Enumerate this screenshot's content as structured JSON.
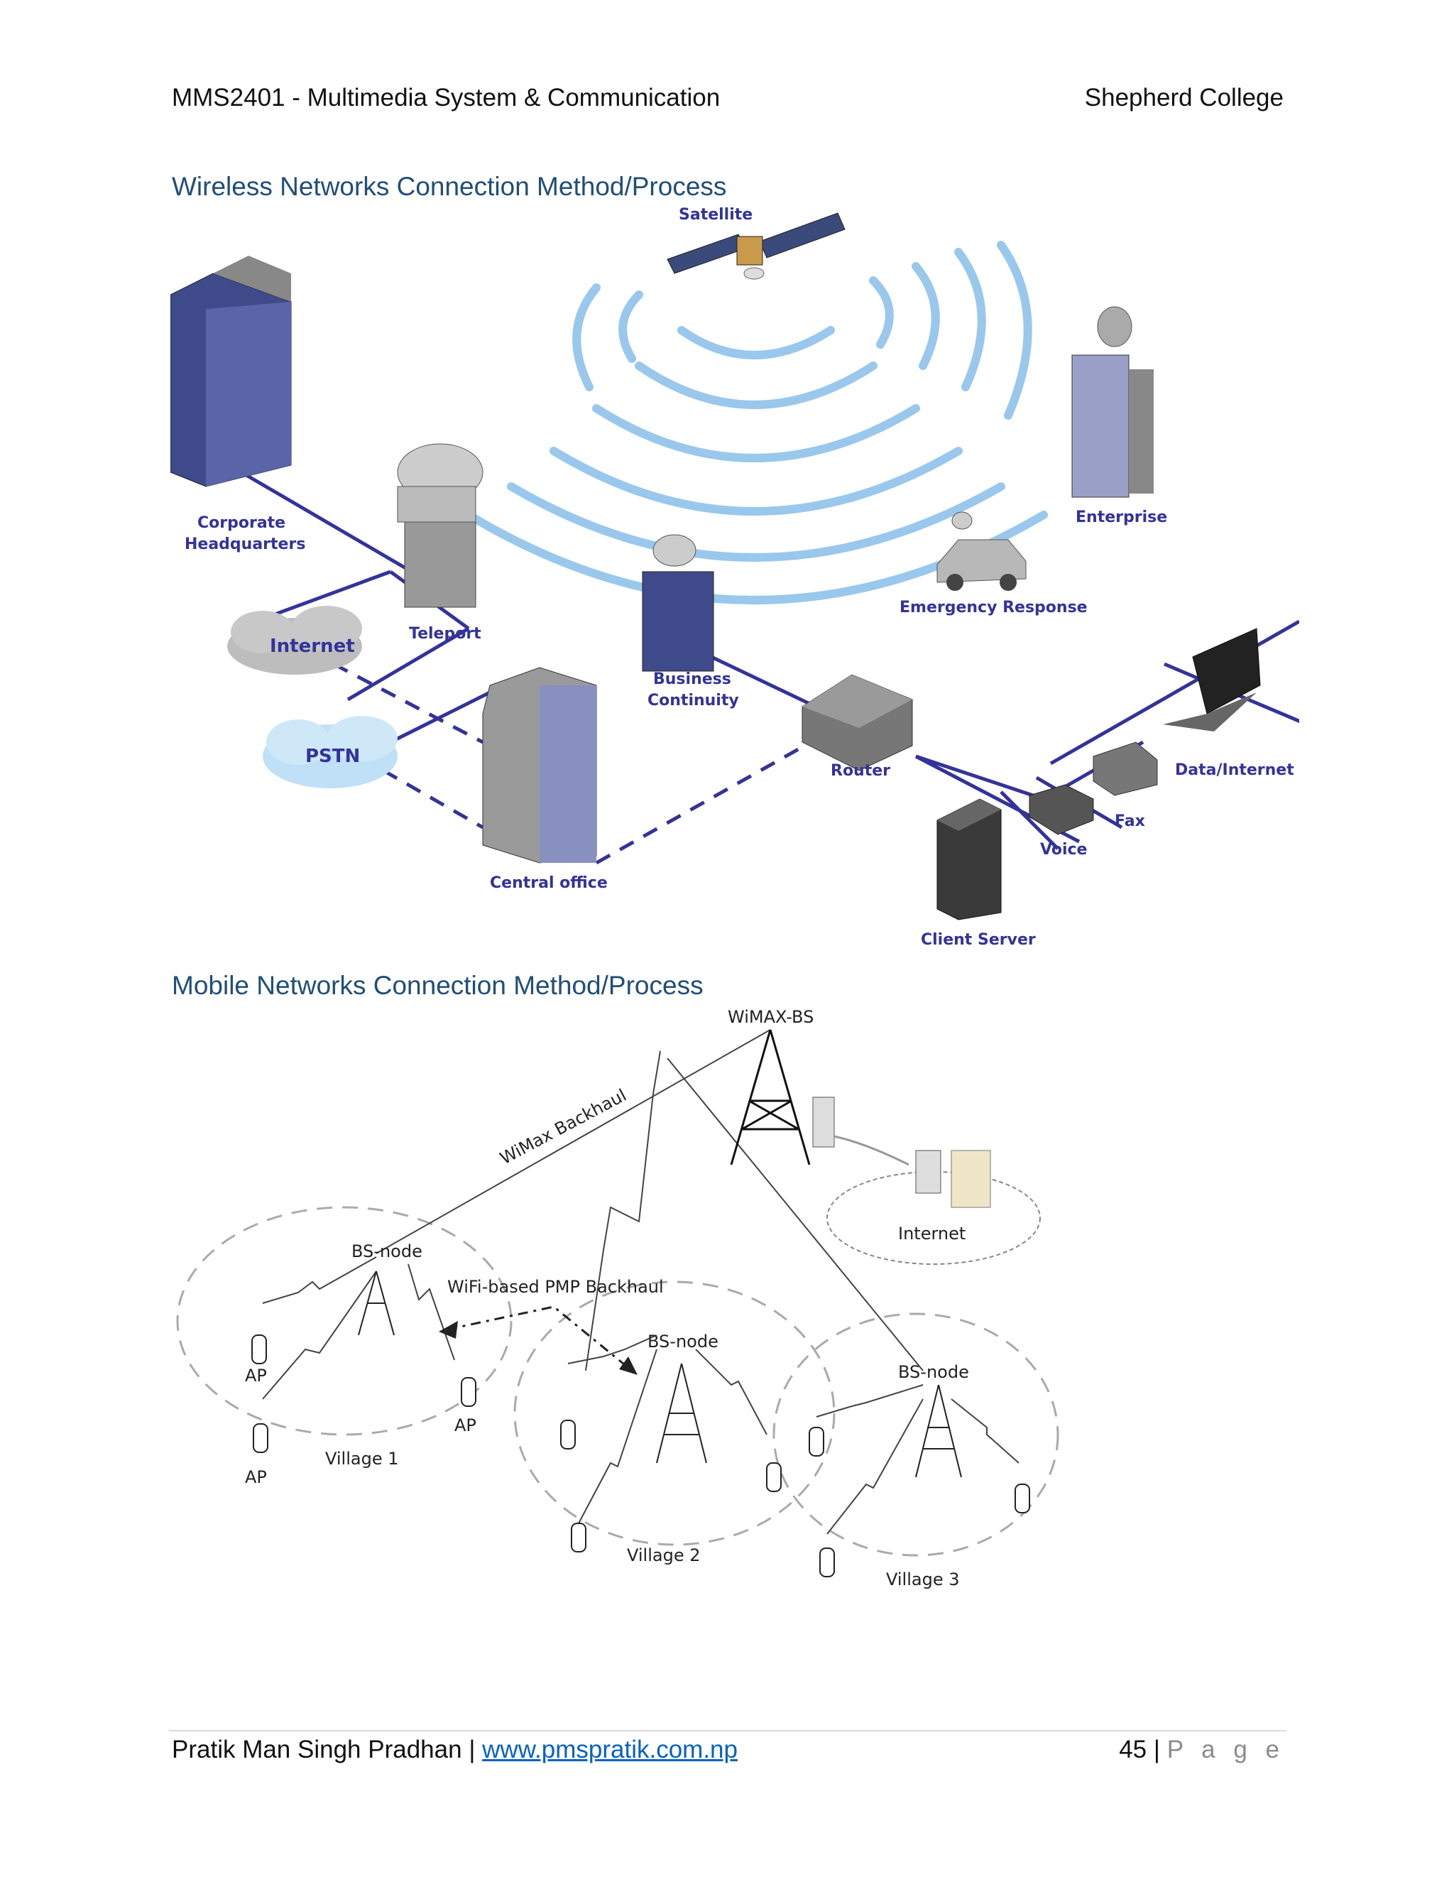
{
  "header": {
    "course": "MMS2401 - Multimedia System & Communication",
    "college": "Shepherd College"
  },
  "section1": {
    "title": "Wireless Networks Connection Method/Process",
    "labels": {
      "satellite": "Satellite",
      "corporate_1": "Corporate",
      "corporate_2": "Headquarters",
      "enterprise": "Enterprise",
      "emergency": "Emergency Response",
      "internet": "Internet",
      "teleport": "Teleport",
      "business_1": "Business",
      "business_2": "Continuity",
      "pstn": "PSTN",
      "router": "Router",
      "data_internet": "Data/Internet",
      "fax": "Fax",
      "voice": "Voice",
      "central_office": "Central office",
      "client_server": "Client Server"
    }
  },
  "section2": {
    "title": "Mobile Networks Connection Method/Process",
    "labels": {
      "wimax_bs": "WiMAX-BS",
      "wimax_backhaul": "WiMax Backhaul",
      "internet": "Internet",
      "bs_node_1": "BS-node",
      "wifi_backhaul": "WiFi-based PMP Backhaul",
      "bs_node_2": "BS-node",
      "bs_node_3": "BS-node",
      "ap_1": "AP",
      "ap_2": "AP",
      "ap_3": "AP",
      "village_1": "Village 1",
      "village_2": "Village 2",
      "village_3": "Village 3"
    }
  },
  "footer": {
    "author": "Pratik Man Singh Pradhan",
    "separator": "|",
    "website": "www.pmspratik.com.np",
    "page_number": "45",
    "page_label": "P a g e"
  },
  "colors": {
    "heading": "#1f4e79",
    "link": "#0563c1",
    "network_line": "#333399",
    "signal_wave": "#8fc3ea"
  }
}
